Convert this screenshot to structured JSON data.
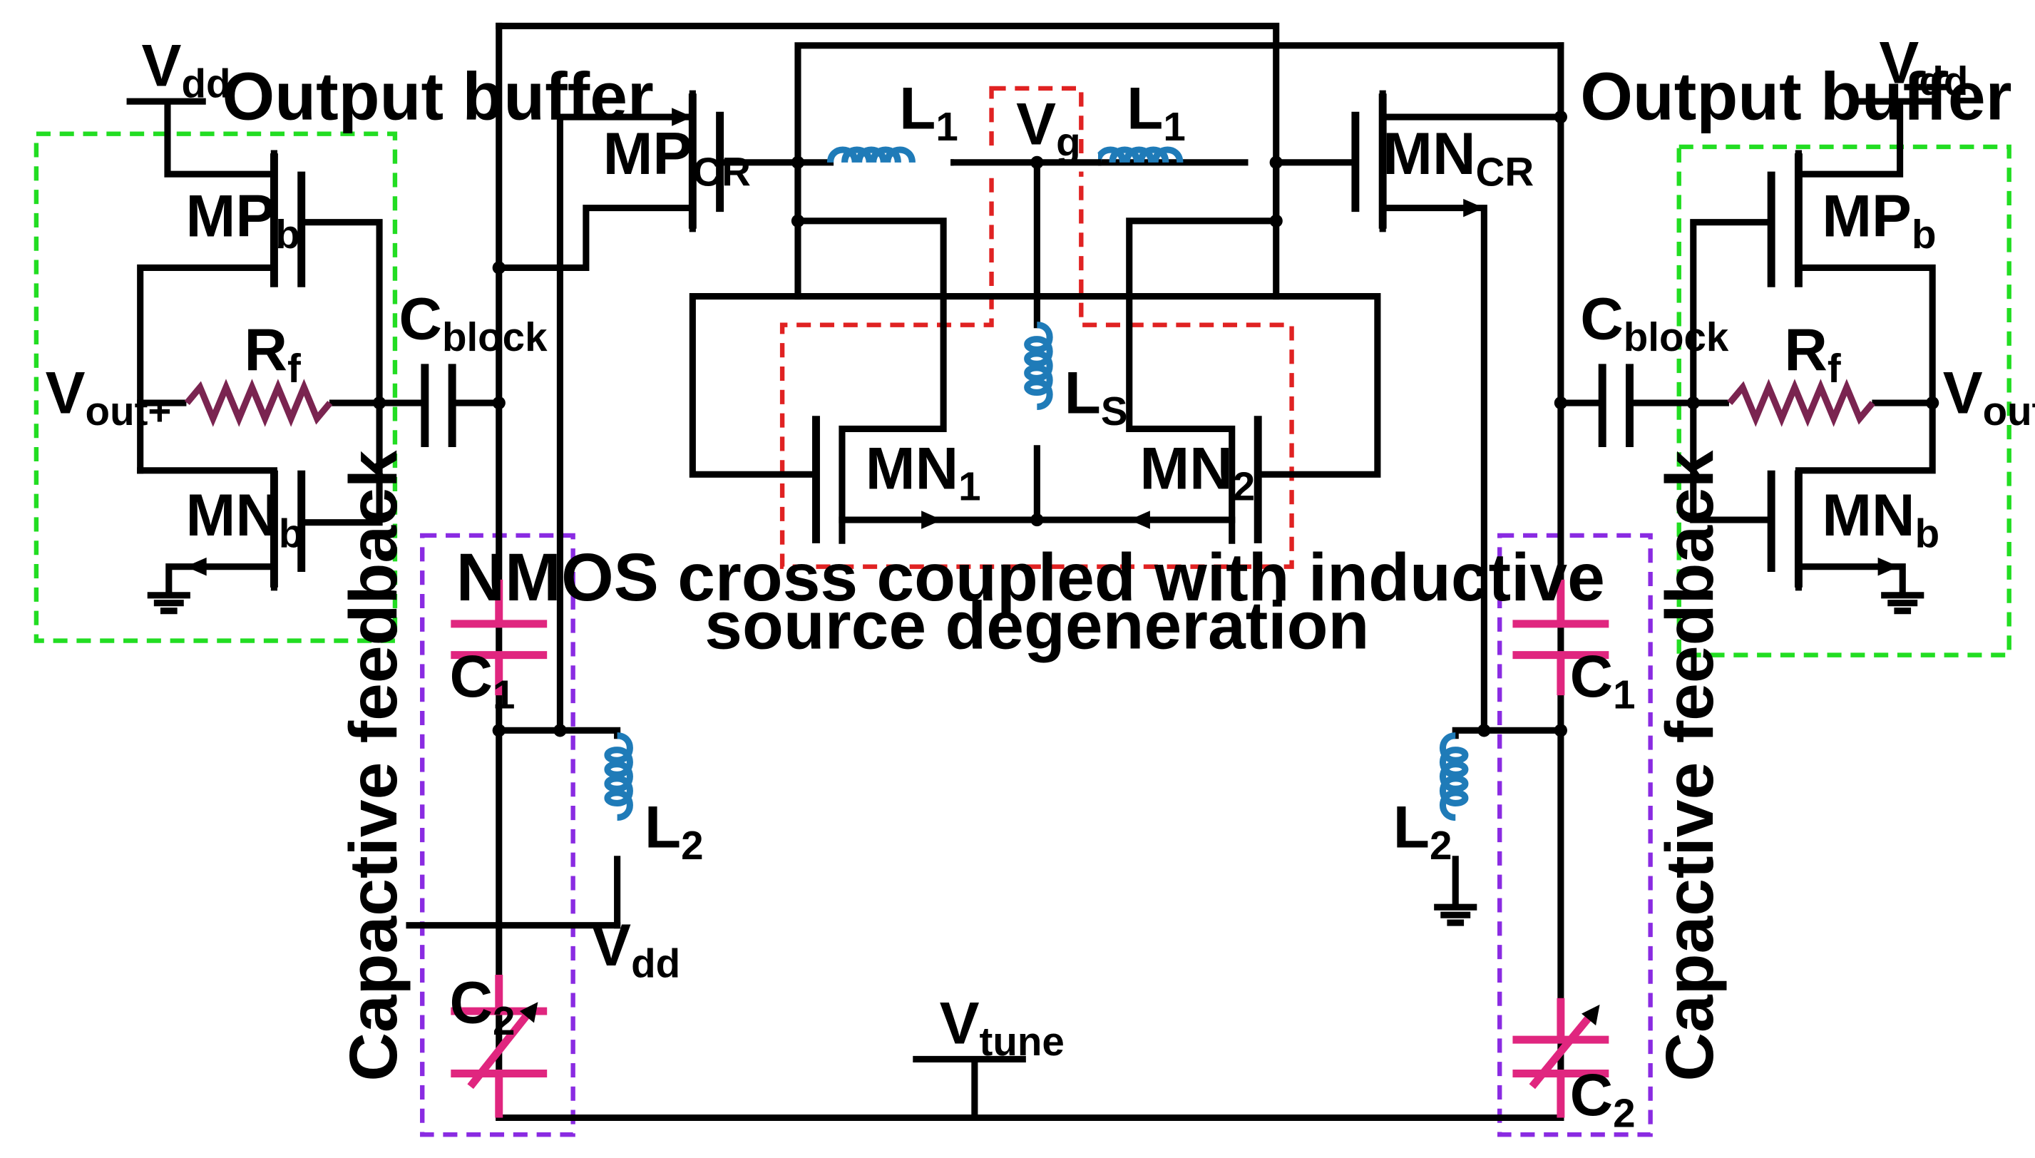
{
  "colors": {
    "wire": "#000000",
    "inductor": "#1f7bb8",
    "resistor": "#7a2450",
    "capacitor": "#e0267f",
    "output_buffer_box": "#22dd22",
    "feedback_box": "#8a2be2",
    "cross_coupled_box": "#e02222"
  },
  "icons": {
    "supply": "vdd-supply-icon",
    "ground": "ground-icon",
    "inductor": "inductor-coil-icon",
    "resistor": "resistor-zigzag-icon",
    "capacitor": "capacitor-icon",
    "varactor": "variable-capacitor-icon"
  },
  "labels": {
    "output_buffer": "Output buffer",
    "capacitive_feedback": "Capactive feedback",
    "nmos_title_line1": "NMOS cross coupled with inductive",
    "nmos_title_line2": "source degeneration"
  },
  "nodes": {
    "vdd": {
      "main": "V",
      "sub": "dd"
    },
    "vout_plus": {
      "main": "V",
      "sub": "out+"
    },
    "vout_minus": {
      "main": "V",
      "sub": "out-"
    },
    "vg": {
      "main": "V",
      "sub": "g"
    },
    "vtune": {
      "main": "V",
      "sub": "tune"
    }
  },
  "components": {
    "mp_cr": {
      "main": "MP",
      "sub": "CR"
    },
    "mn_cr": {
      "main": "MN",
      "sub": "CR"
    },
    "mp_b": {
      "main": "MP",
      "sub": "b"
    },
    "mn_b": {
      "main": "MN",
      "sub": "b"
    },
    "rf": {
      "main": "R",
      "sub": "f"
    },
    "c_block": {
      "main": "C",
      "sub": "block"
    },
    "l1": {
      "main": "L",
      "sub": "1"
    },
    "l2": {
      "main": "L",
      "sub": "2"
    },
    "ls": {
      "main": "L",
      "sub": "S"
    },
    "c1": {
      "main": "C",
      "sub": "1"
    },
    "c2": {
      "main": "C",
      "sub": "2"
    },
    "mn1": {
      "main": "MN",
      "sub": "1"
    },
    "mn2": {
      "main": "MN",
      "sub": "2"
    }
  }
}
